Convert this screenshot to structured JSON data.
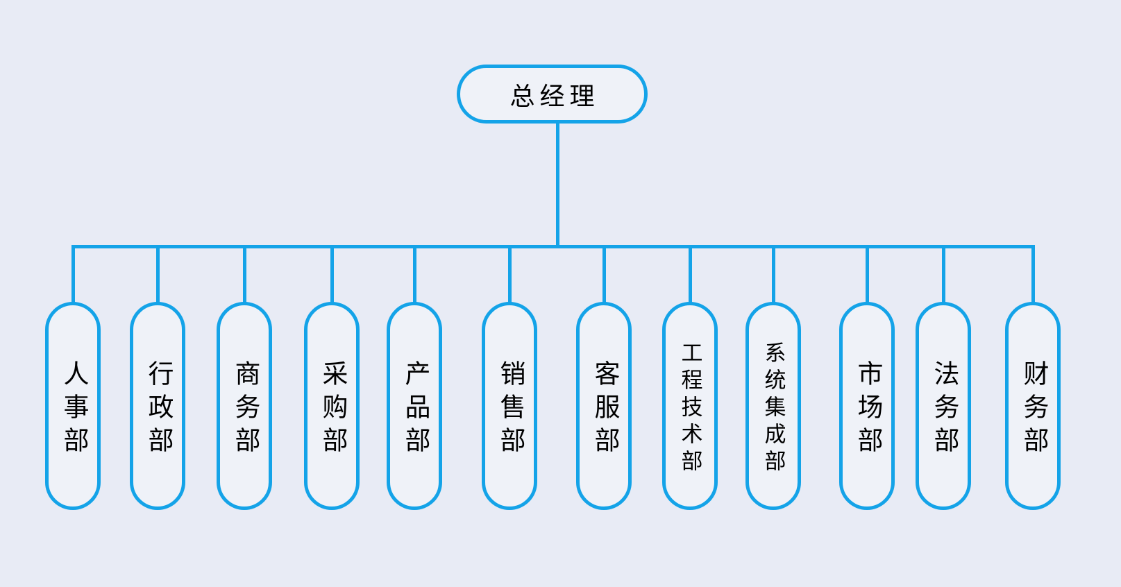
{
  "diagram": {
    "type": "org-chart",
    "root": {
      "label": "总经理"
    },
    "children": [
      {
        "label": "人事部"
      },
      {
        "label": "行政部"
      },
      {
        "label": "商务部"
      },
      {
        "label": "采购部"
      },
      {
        "label": "产品部"
      },
      {
        "label": "销售部"
      },
      {
        "label": "客服部"
      },
      {
        "label": "工程技术部"
      },
      {
        "label": "系统集成部"
      },
      {
        "label": "市场部"
      },
      {
        "label": "法务部"
      },
      {
        "label": "财务部"
      }
    ],
    "colors": {
      "line": "#14A3E8",
      "node_fill": "#EFF2F8",
      "background": "#E8EBF5",
      "text": "#000000"
    }
  }
}
